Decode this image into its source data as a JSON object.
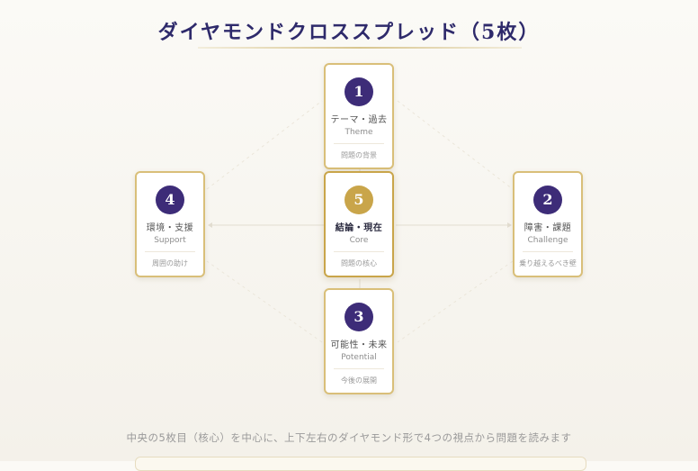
{
  "title": "ダイヤモンドクロススプレッド（5枚）",
  "caption": "中央の5枚目（核心）を中心に、上下左右のダイヤモンド形で4つの視点から問題を読みます",
  "colors": {
    "accent_navy": "#3d2c78",
    "accent_gold": "#c9a54a",
    "card_border": "#d9bf79"
  },
  "cards": {
    "top": {
      "number": "1",
      "jp": "テーマ・過去",
      "en": "Theme",
      "desc": "問題の背景"
    },
    "right": {
      "number": "2",
      "jp": "障害・課題",
      "en": "Challenge",
      "desc": "乗り越えるべき壁"
    },
    "bottom": {
      "number": "3",
      "jp": "可能性・未来",
      "en": "Potential",
      "desc": "今後の展開"
    },
    "left": {
      "number": "4",
      "jp": "環境・支援",
      "en": "Support",
      "desc": "周囲の助け"
    },
    "center": {
      "number": "5",
      "jp": "結論・現在",
      "en": "Core",
      "desc": "問題の核心"
    }
  }
}
